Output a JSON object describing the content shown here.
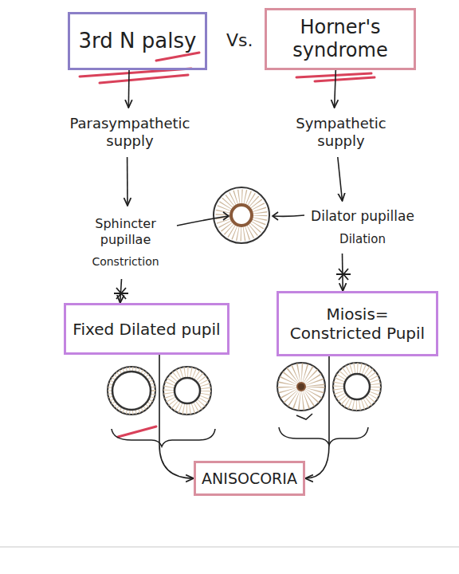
{
  "diagram": {
    "nodes": [
      {
        "text": [
          "3rd N palsy"
        ]
      },
      {
        "text": [
          "Horner's syndrome"
        ]
      },
      {
        "text": [
          "Parasympathetic supply"
        ]
      },
      {
        "text": [
          "Sympathetic supply"
        ]
      },
      {
        "text": [
          "Sphincter pupillae",
          "Constriction"
        ]
      },
      {
        "text": [
          "Dilator pupillae",
          "Dilation"
        ]
      },
      {
        "text": [
          "Fixed Dilated pupil"
        ]
      },
      {
        "text": [
          "Miosis= Constricted Pupil"
        ]
      },
      {
        "text": [
          "ANISOCORIA"
        ]
      }
    ],
    "edges": [
      {
        "from": 0,
        "to": 2,
        "arrow": "to"
      },
      {
        "from": 1,
        "to": 3,
        "arrow": "to"
      },
      {
        "from": 2,
        "to": 4,
        "arrow": "to"
      },
      {
        "from": 3,
        "to": 5,
        "arrow": "to"
      },
      {
        "from": 4,
        "to": 6,
        "arrow": "to"
      },
      {
        "from": 5,
        "to": 7,
        "arrow": "to"
      },
      {
        "from": 6,
        "to": 8,
        "arrow": "to"
      },
      {
        "from": 7,
        "to": 8,
        "arrow": "to"
      }
    ],
    "labels": [
      "Vs."
    ]
  }
}
